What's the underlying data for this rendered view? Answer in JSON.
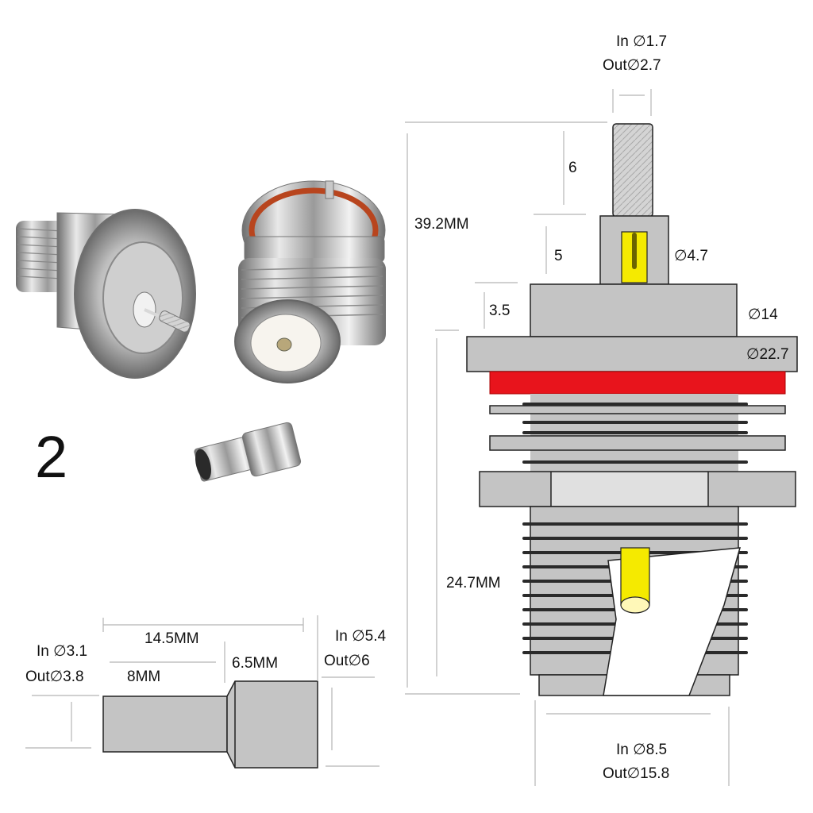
{
  "variant_number": "2",
  "pin_dims": {
    "inner": "In ∅1.7",
    "outer": "Out∅2.7",
    "tip_length": "6",
    "body_length": "5",
    "body_diameter": "∅4.7"
  },
  "connector_dims": {
    "total_length": "39.2MM",
    "flange_step": "3.5",
    "neck_diameter": "∅14",
    "flange_diameter": "∅22.7",
    "thread_length": "24.7MM",
    "bottom_inner": "In ∅8.5",
    "bottom_outer": "Out∅15.8"
  },
  "ferrule_dims": {
    "total_length": "14.5MM",
    "thin_length": "8MM",
    "thick_length": "6.5MM",
    "thin_inner": "In ∅3.1",
    "thin_outer": "Out∅3.8",
    "thick_inner": "In ∅5.4",
    "thick_outer": "Out∅6"
  },
  "colors": {
    "metal": "#c4c4c4",
    "metal_light": "#e0e0e0",
    "gasket": "#e8141c",
    "pin": "#f5ea00",
    "thread_dark": "#2a2a2a",
    "dimension_line": "#b5b5b5"
  }
}
